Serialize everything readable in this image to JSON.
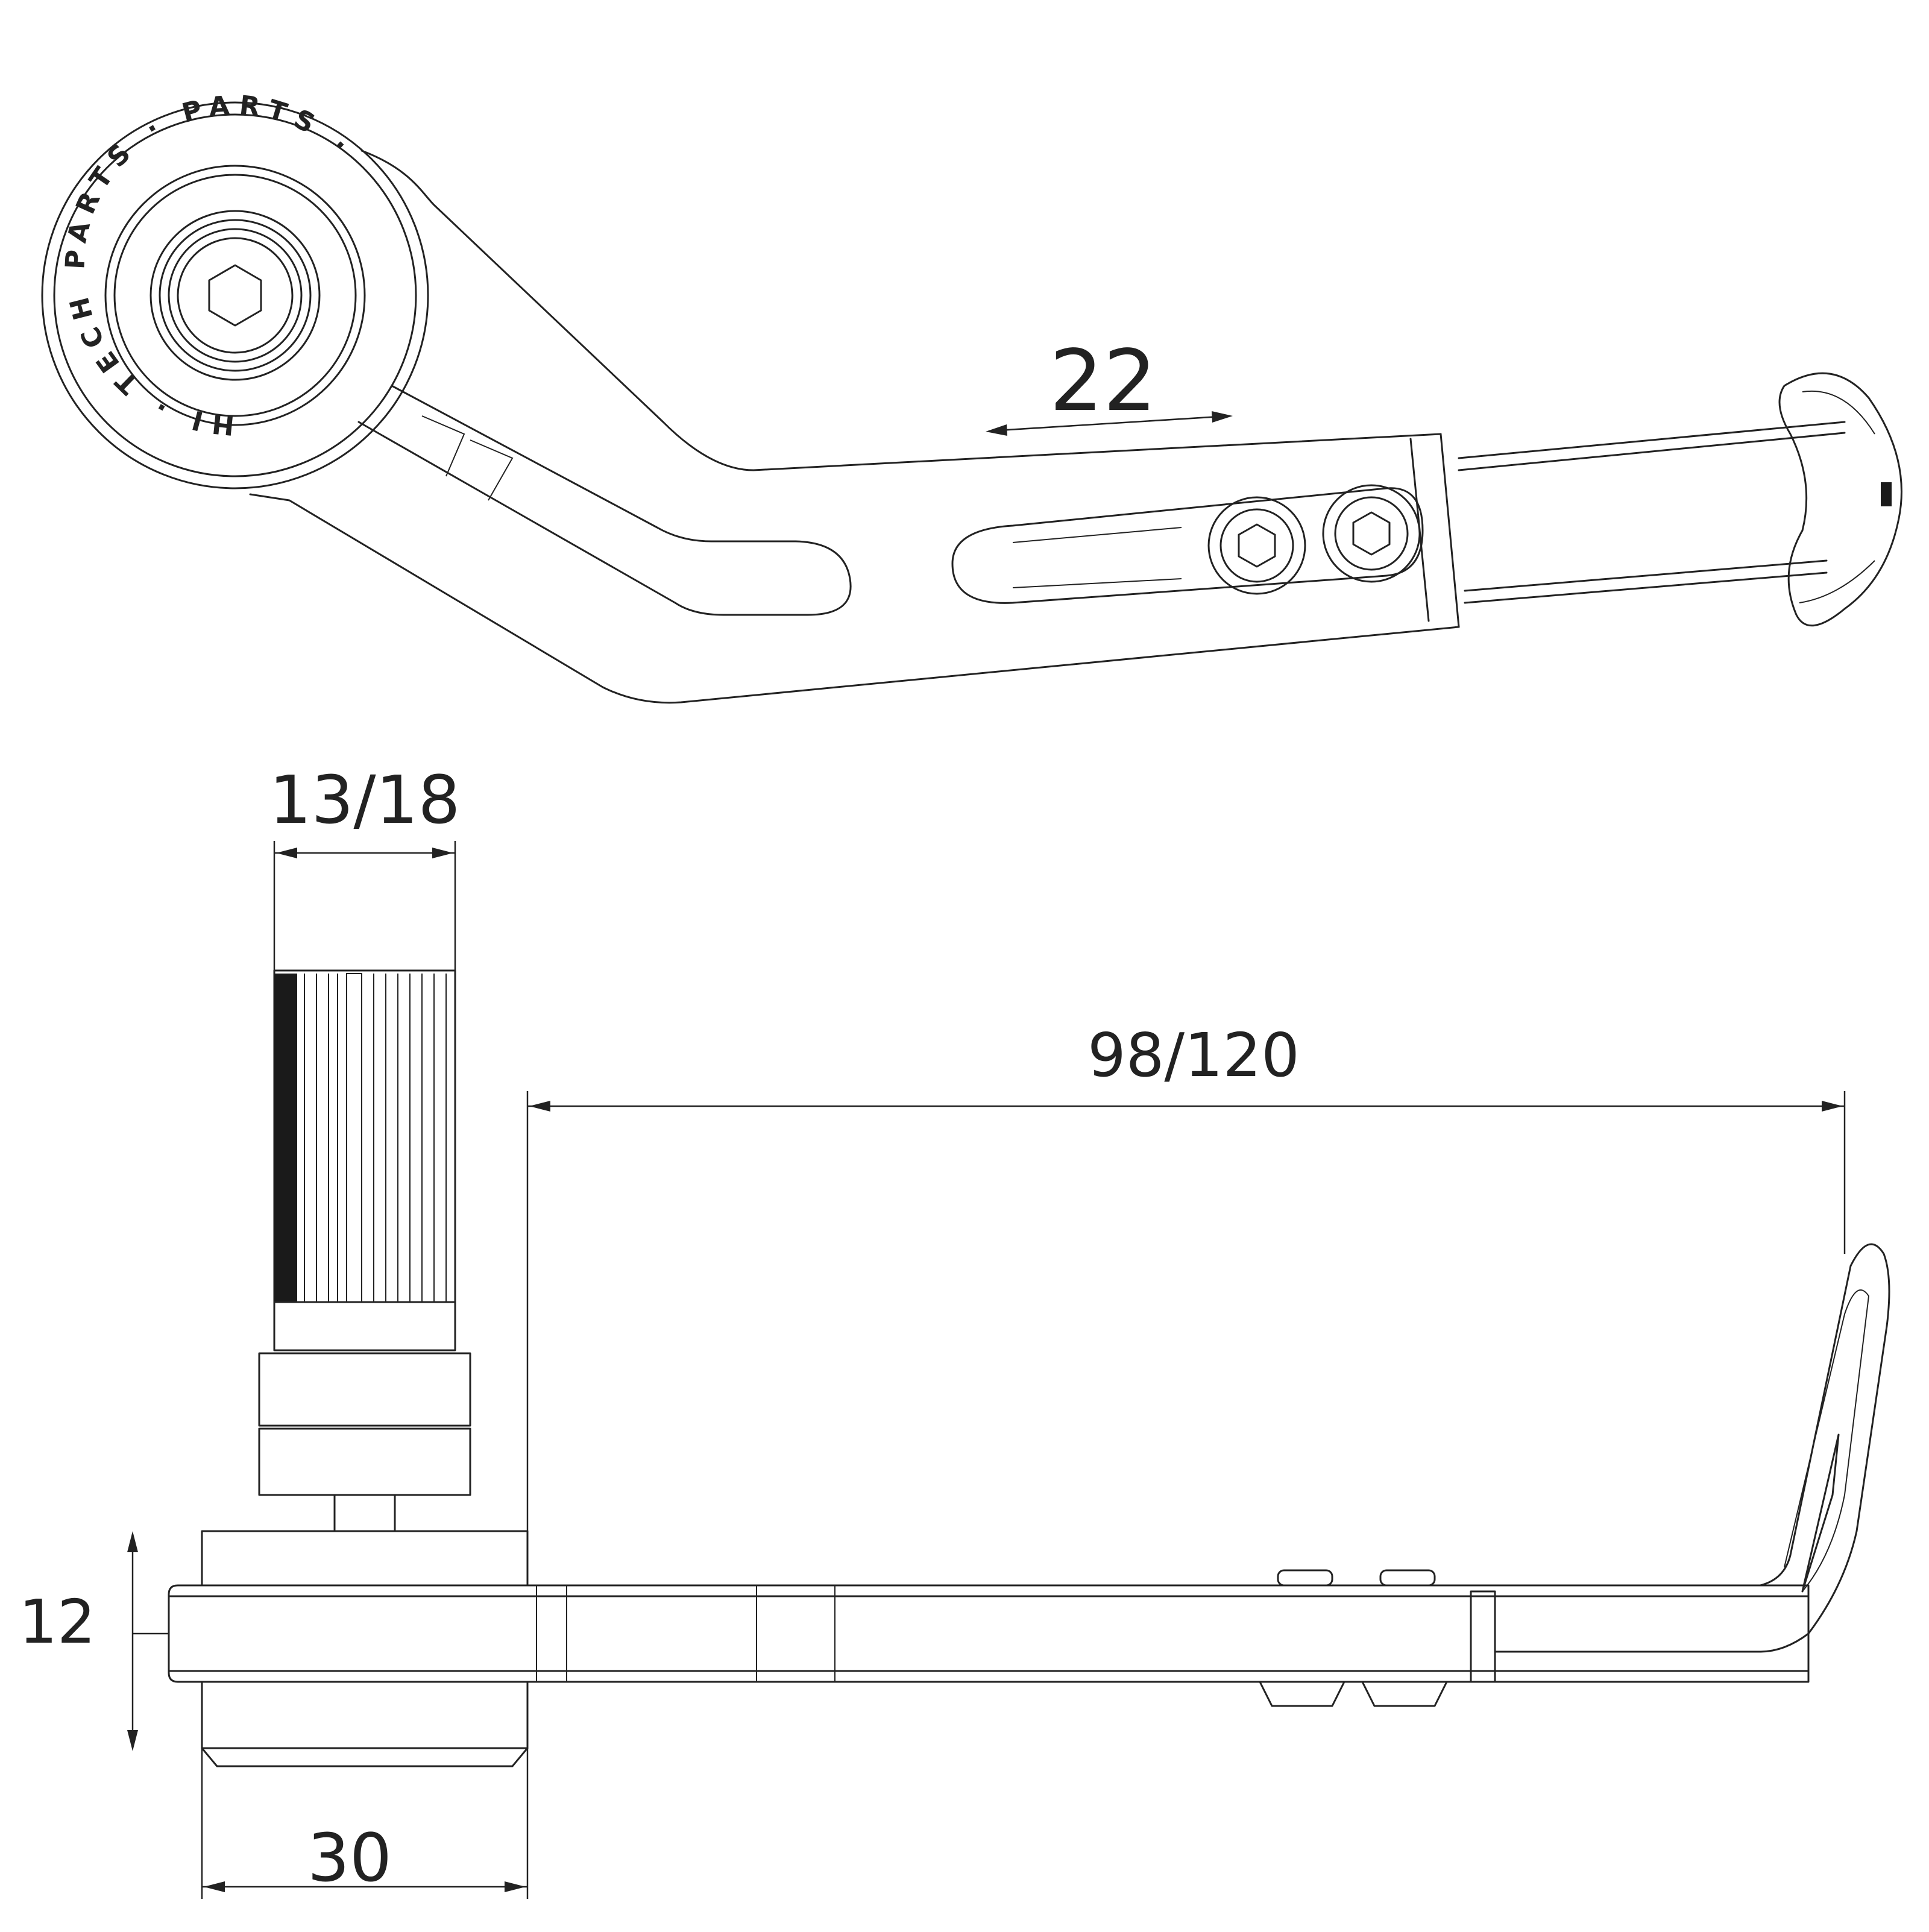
{
  "drawing": {
    "logo_ring_text": "HI · TECH PARTS · PARTS ·",
    "dimensions": {
      "adjust_range": "22",
      "mount_diameter": "13/18",
      "reach": "98/120",
      "thickness": "12",
      "base_diameter": "30"
    }
  },
  "colors": {
    "ink": "#222222",
    "paper": "#ffffff"
  }
}
